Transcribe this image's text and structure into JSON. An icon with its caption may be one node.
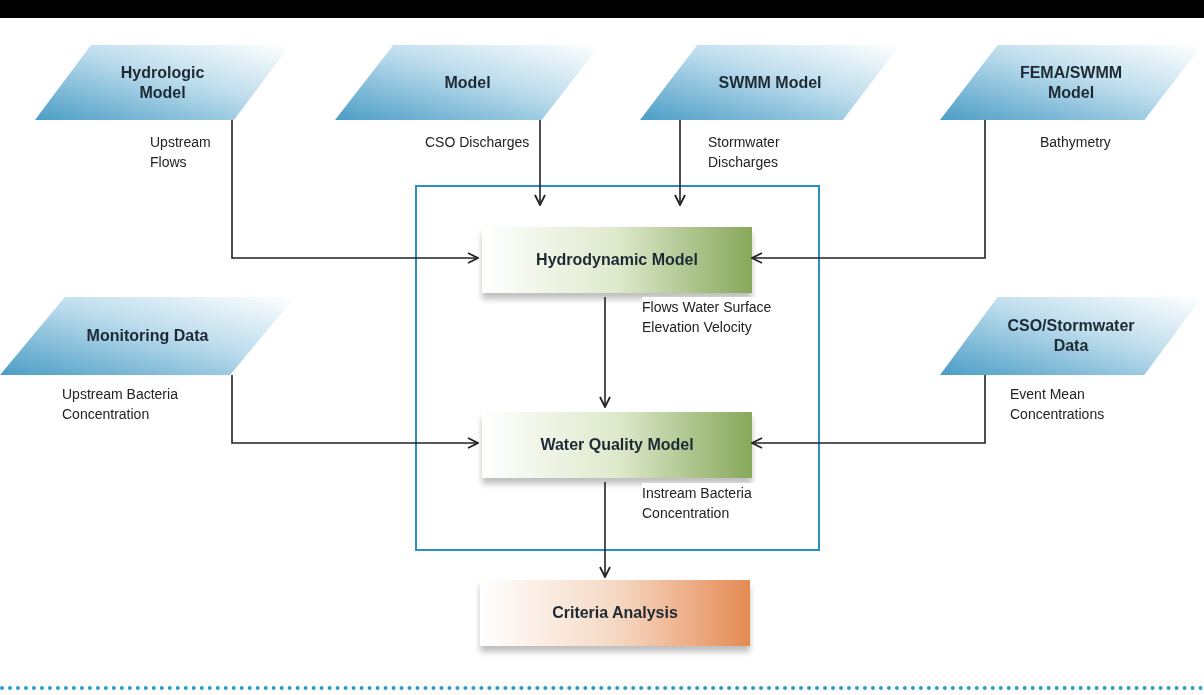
{
  "diagram": {
    "nodes": [
      {
        "text": [
          "Hydrologic Model"
        ]
      },
      {
        "text": [
          "Model"
        ]
      },
      {
        "text": [
          "SWMM Model"
        ]
      },
      {
        "text": [
          "FEMA/SWMM Model"
        ]
      },
      {
        "text": [
          "Monitoring Data"
        ]
      },
      {
        "text": [
          "CSO/Stormwater Data"
        ]
      },
      {
        "text": [],
        "shape": "box"
      },
      {
        "text": [
          "Hydrodynamic Model"
        ],
        "in": 6
      },
      {
        "text": [
          "Water Quality Model"
        ],
        "in": 6
      },
      {
        "text": [
          "Criteria Analysis"
        ]
      }
    ],
    "edges": [
      {
        "from": 0,
        "to": 7,
        "arrow": "to",
        "label": "Upstream Flows"
      },
      {
        "from": 1,
        "to": 7,
        "arrow": "to",
        "label": "CSO Discharges"
      },
      {
        "from": 2,
        "to": 7,
        "arrow": "to",
        "label": "Stormwater Discharges"
      },
      {
        "from": 3,
        "to": 7,
        "arrow": "to",
        "label": "Bathymetry"
      },
      {
        "from": 7,
        "to": 8,
        "arrow": "to",
        "label": "Flows Water Surface Elevation Velocity"
      },
      {
        "from": 4,
        "to": 8,
        "arrow": "to",
        "label": "Upstream Bacteria Concentration"
      },
      {
        "from": 5,
        "to": 8,
        "arrow": "to",
        "label": "Event Mean Concentrations"
      },
      {
        "from": 8,
        "to": 9,
        "arrow": "to",
        "label": "Instream Bacteria Concentration"
      }
    ]
  }
}
